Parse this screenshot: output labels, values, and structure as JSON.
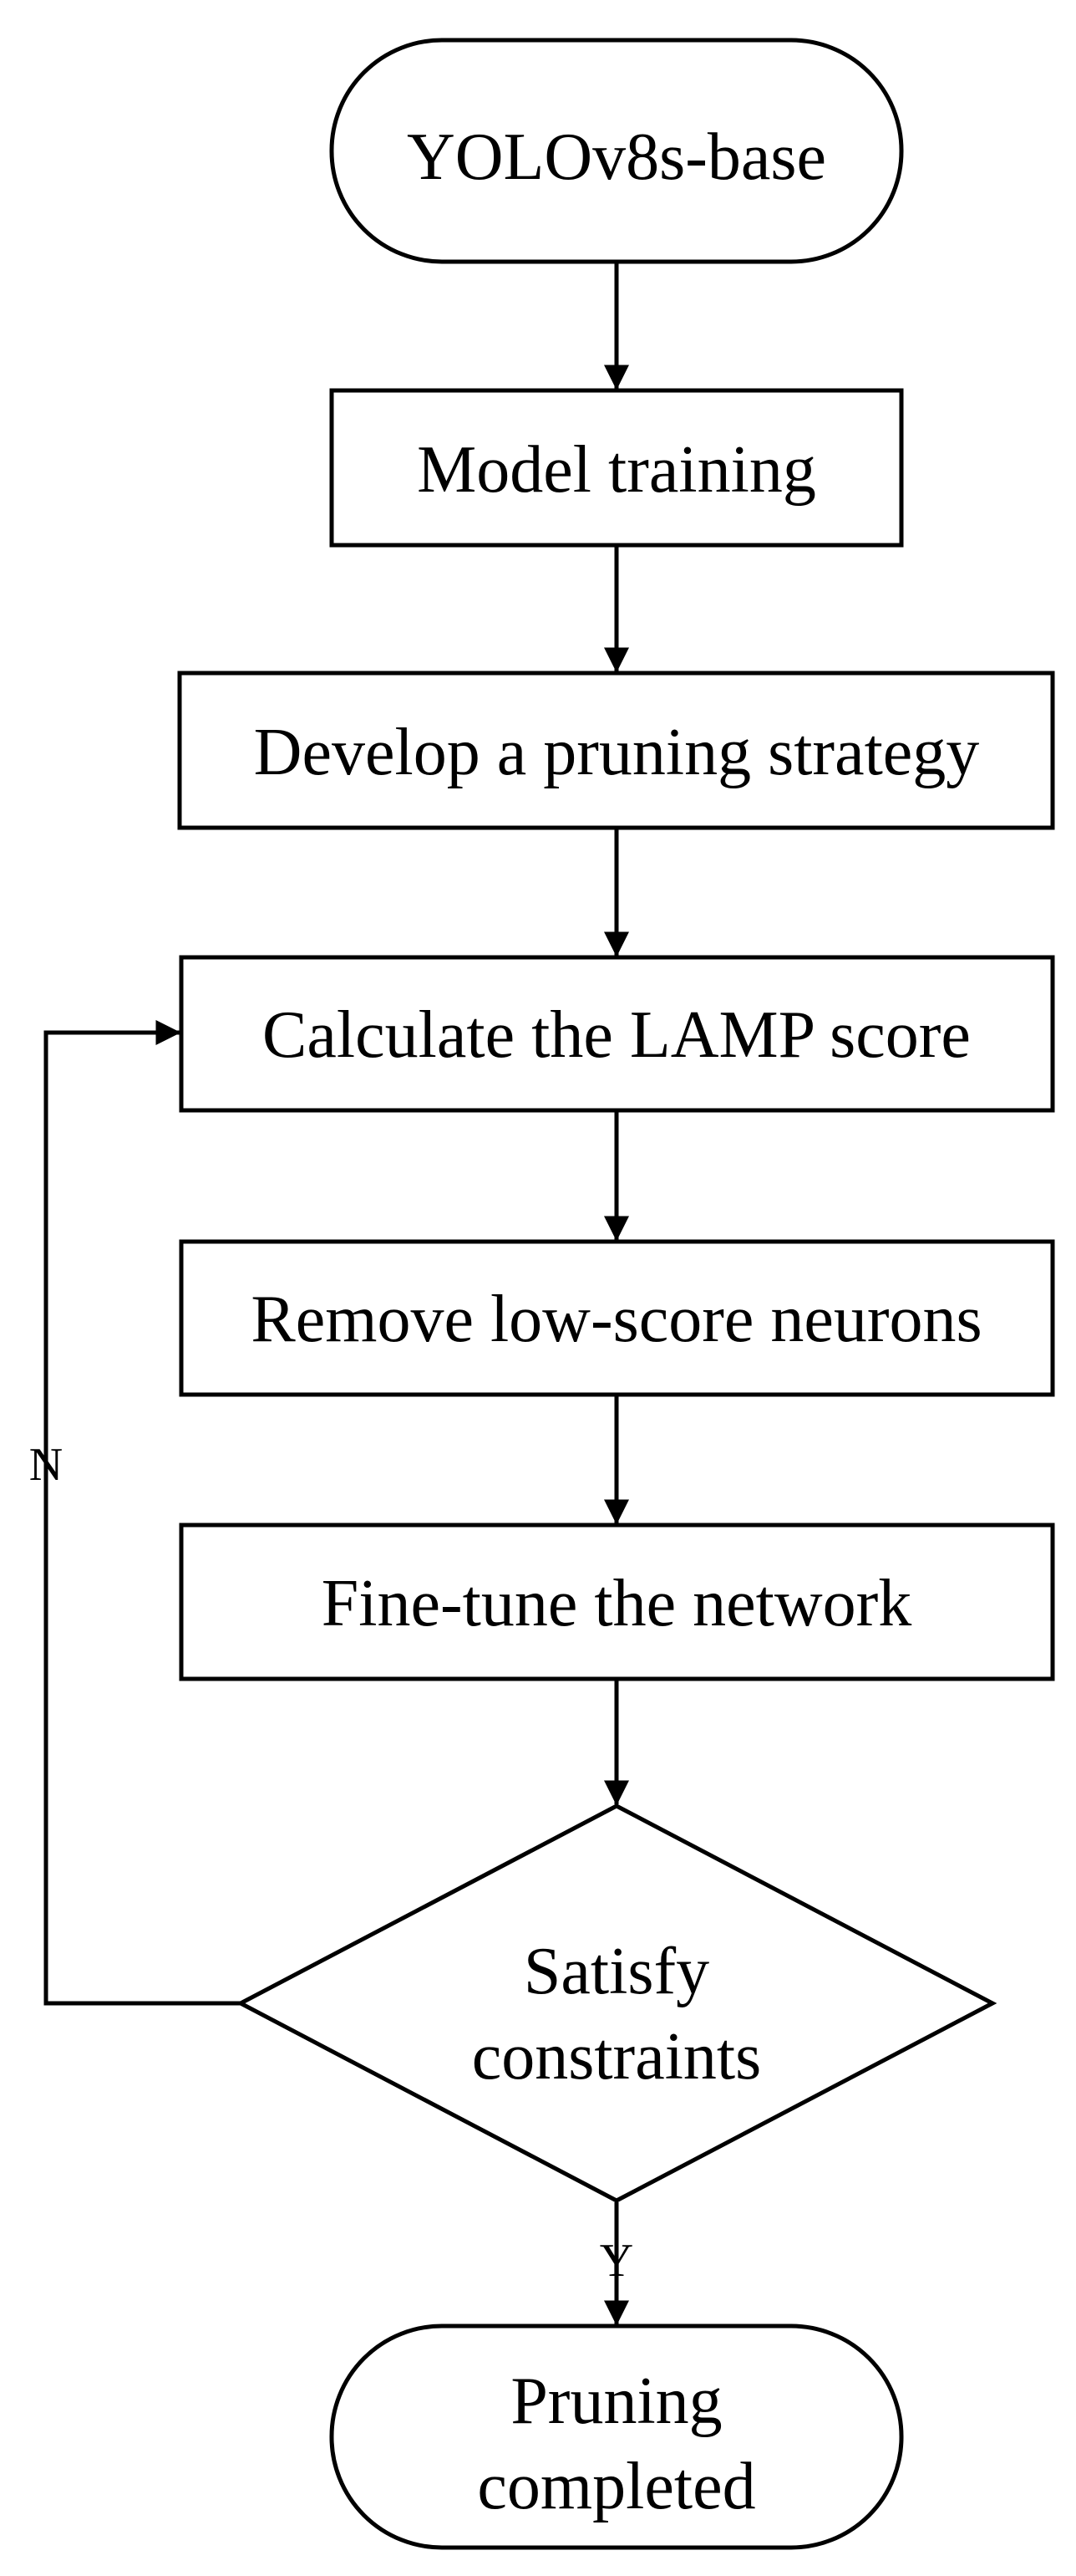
{
  "diagram": {
    "type": "flowchart",
    "nodes": [
      {
        "id": "start",
        "shape": "terminator",
        "label": "YOLOv8s-base"
      },
      {
        "id": "train",
        "shape": "process",
        "label": "Model training"
      },
      {
        "id": "strategy",
        "shape": "process",
        "label": "Develop a pruning strategy"
      },
      {
        "id": "lamp",
        "shape": "process",
        "label": "Calculate the LAMP score"
      },
      {
        "id": "remove",
        "shape": "process",
        "label": "Remove low-score neurons"
      },
      {
        "id": "finetune",
        "shape": "process",
        "label": "Fine-tune the network"
      },
      {
        "id": "check",
        "shape": "decision",
        "label_lines": [
          "Satisfy",
          "constraints"
        ]
      },
      {
        "id": "end",
        "shape": "terminator",
        "label_lines": [
          "Pruning",
          "completed"
        ]
      }
    ],
    "edges": [
      {
        "from": "start",
        "to": "train"
      },
      {
        "from": "train",
        "to": "strategy"
      },
      {
        "from": "strategy",
        "to": "lamp"
      },
      {
        "from": "lamp",
        "to": "remove"
      },
      {
        "from": "remove",
        "to": "finetune"
      },
      {
        "from": "finetune",
        "to": "check"
      },
      {
        "from": "check",
        "to": "lamp",
        "label": "N"
      },
      {
        "from": "check",
        "to": "end",
        "label": "Y"
      }
    ]
  }
}
